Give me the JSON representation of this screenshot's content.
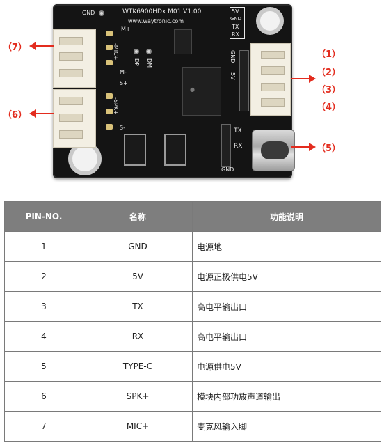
{
  "board": {
    "silk_model": "WTK6900HDx M01 V1.00",
    "silk_url": "www.waytronic.com",
    "silk_gnd_top": "GND",
    "silk_power_box": [
      "5V",
      "GND",
      "TX",
      "RX"
    ],
    "silk_left_top": [
      "M+",
      "-MIC+",
      "M-"
    ],
    "silk_left_bottom": [
      "S+",
      "-SPK+",
      "S-"
    ],
    "silk_dp": "DP",
    "silk_dm": "DM",
    "silk_side_gnd": "GND",
    "silk_side_5v": "5V",
    "silk_tx": "TX",
    "silk_rx": "RX",
    "silk_gnd_bottom": "GND"
  },
  "callouts": {
    "c1": "（1）",
    "c2": "（2）",
    "c3": "（3）",
    "c4": "（4）",
    "c5": "（5）",
    "c6": "（6）",
    "c7": "（7）"
  },
  "colors": {
    "callout": "#e32c1e",
    "header_bg": "#7e7e7e",
    "board": "#141414"
  },
  "table": {
    "headers": [
      "PIN-NO.",
      "名称",
      "功能说明"
    ],
    "rows": [
      [
        "1",
        "GND",
        "电源地"
      ],
      [
        "2",
        "5V",
        "电源正极供电5V"
      ],
      [
        "3",
        "TX",
        "高电平输出口"
      ],
      [
        "4",
        "RX",
        "高电平输出口"
      ],
      [
        "5",
        "TYPE-C",
        "电源供电5V"
      ],
      [
        "6",
        "SPK+",
        "模块内部功放声道输出"
      ],
      [
        "7",
        "MIC+",
        "麦克风输入脚"
      ]
    ]
  }
}
